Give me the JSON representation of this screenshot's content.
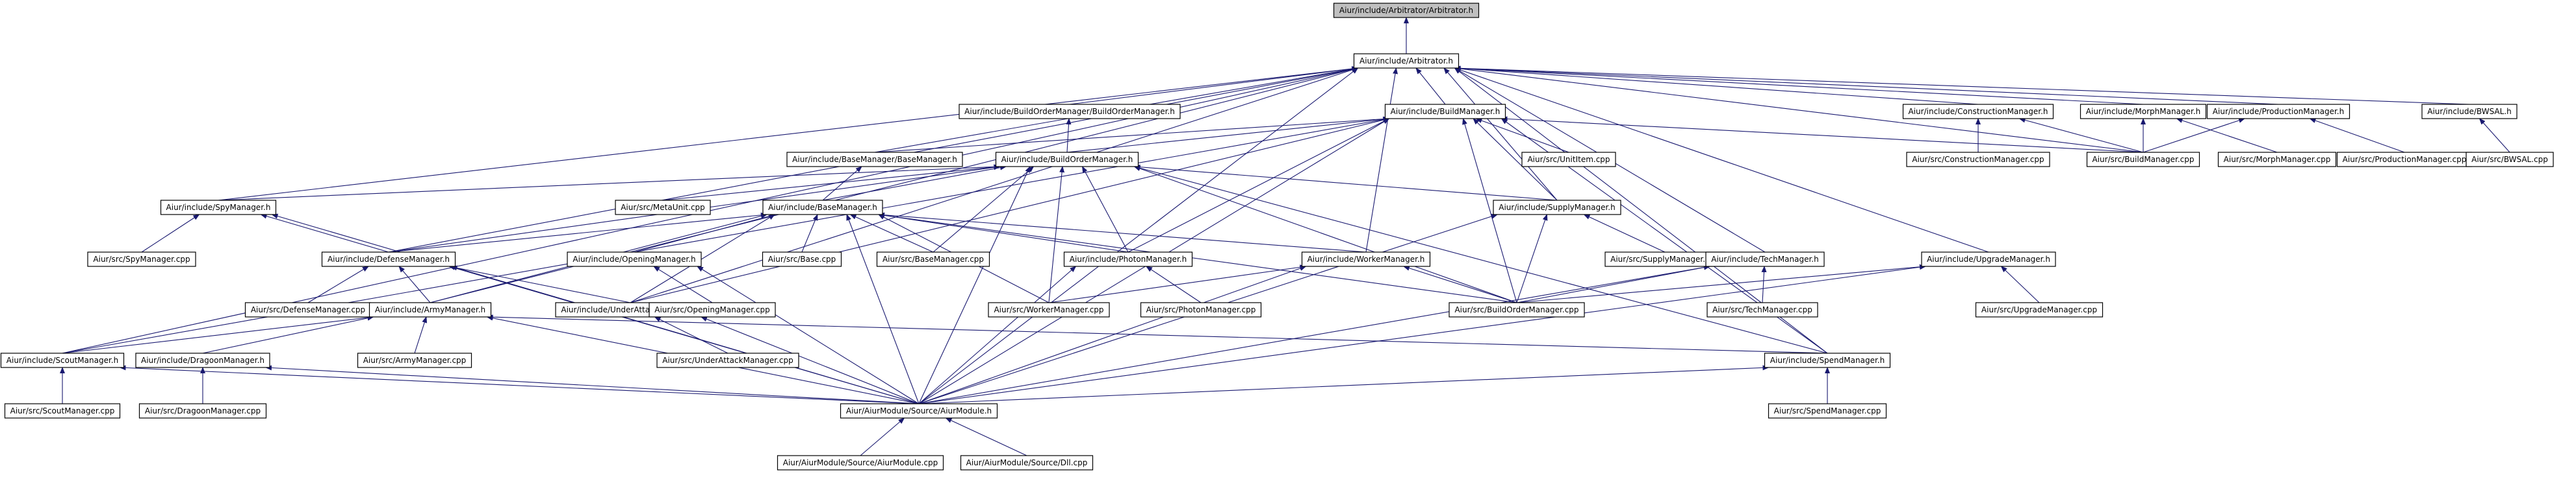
{
  "diagram": {
    "nodes": [
      {
        "id": "arb",
        "label": "Aiur/include/Arbitrator/Arbitrator.h",
        "root": true
      },
      {
        "id": "arbh",
        "label": "Aiur/include/Arbitrator.h"
      },
      {
        "id": "bomgr",
        "label": "Aiur/include/BuildOrderManager/BuildOrderManager.h"
      },
      {
        "id": "buildmgr",
        "label": "Aiur/include/BuildManager.h"
      },
      {
        "id": "constrmgr",
        "label": "Aiur/include/ConstructionManager.h"
      },
      {
        "id": "morphmgr",
        "label": "Aiur/include/MorphManager.h"
      },
      {
        "id": "prodmgr",
        "label": "Aiur/include/ProductionManager.h"
      },
      {
        "id": "bwsal",
        "label": "Aiur/include/BWSAL.h"
      },
      {
        "id": "basemgrsub",
        "label": "Aiur/include/BaseManager/BaseManager.h"
      },
      {
        "id": "bomh",
        "label": "Aiur/include/BuildOrderManager.h"
      },
      {
        "id": "unititem",
        "label": "Aiur/src/UnitItem.cpp"
      },
      {
        "id": "constrcpp",
        "label": "Aiur/src/ConstructionManager.cpp"
      },
      {
        "id": "buildcpp",
        "label": "Aiur/src/BuildManager.cpp"
      },
      {
        "id": "morphcpp",
        "label": "Aiur/src/MorphManager.cpp"
      },
      {
        "id": "prodcpp",
        "label": "Aiur/src/ProductionManager.cpp"
      },
      {
        "id": "bwsalcpp",
        "label": "Aiur/src/BWSAL.cpp"
      },
      {
        "id": "spymgr",
        "label": "Aiur/include/SpyManager.h"
      },
      {
        "id": "metaunit",
        "label": "Aiur/src/MetaUnit.cpp"
      },
      {
        "id": "basemgr",
        "label": "Aiur/include/BaseManager.h"
      },
      {
        "id": "supplymgr",
        "label": "Aiur/include/SupplyManager.h"
      },
      {
        "id": "spycpp",
        "label": "Aiur/src/SpyManager.cpp"
      },
      {
        "id": "defmgr",
        "label": "Aiur/include/DefenseManager.h"
      },
      {
        "id": "openmgr",
        "label": "Aiur/include/OpeningManager.h"
      },
      {
        "id": "basecpp",
        "label": "Aiur/src/Base.cpp"
      },
      {
        "id": "basemgrcpp",
        "label": "Aiur/src/BaseManager.cpp"
      },
      {
        "id": "photonmgr",
        "label": "Aiur/include/PhotonManager.h"
      },
      {
        "id": "workermgr",
        "label": "Aiur/include/WorkerManager.h"
      },
      {
        "id": "supplycpp",
        "label": "Aiur/src/SupplyManager.cpp"
      },
      {
        "id": "techmgr",
        "label": "Aiur/include/TechManager.h"
      },
      {
        "id": "upgrademgr",
        "label": "Aiur/include/UpgradeManager.h"
      },
      {
        "id": "defcpp",
        "label": "Aiur/src/DefenseManager.cpp"
      },
      {
        "id": "armymgr",
        "label": "Aiur/include/ArmyManager.h"
      },
      {
        "id": "uamgr",
        "label": "Aiur/include/UnderAttackManager.h"
      },
      {
        "id": "opencpp",
        "label": "Aiur/src/OpeningManager.cpp"
      },
      {
        "id": "workercpp",
        "label": "Aiur/src/WorkerManager.cpp"
      },
      {
        "id": "photoncpp",
        "label": "Aiur/src/PhotonManager.cpp"
      },
      {
        "id": "bomcpp",
        "label": "Aiur/src/BuildOrderManager.cpp"
      },
      {
        "id": "techcpp",
        "label": "Aiur/src/TechManager.cpp"
      },
      {
        "id": "upgradecpp",
        "label": "Aiur/src/UpgradeManager.cpp"
      },
      {
        "id": "scoutmgr",
        "label": "Aiur/include/ScoutManager.h"
      },
      {
        "id": "dragoonmgr",
        "label": "Aiur/include/DragoonManager.h"
      },
      {
        "id": "armycpp",
        "label": "Aiur/src/ArmyManager.cpp"
      },
      {
        "id": "uacpp",
        "label": "Aiur/src/UnderAttackManager.cpp"
      },
      {
        "id": "spendmgr",
        "label": "Aiur/include/SpendManager.h"
      },
      {
        "id": "aiurmod",
        "label": "Aiur/AiurModule/Source/AiurModule.h"
      },
      {
        "id": "scoutcpp",
        "label": "Aiur/src/ScoutManager.cpp"
      },
      {
        "id": "dragooncpp",
        "label": "Aiur/src/DragoonManager.cpp"
      },
      {
        "id": "spendcpp",
        "label": "Aiur/src/SpendManager.cpp"
      },
      {
        "id": "aiurmodcpp",
        "label": "Aiur/AiurModule/Source/AiurModule.cpp"
      },
      {
        "id": "dllcpp",
        "label": "Aiur/AiurModule/Source/Dll.cpp"
      }
    ],
    "edges": [
      [
        "arbh",
        "arb"
      ],
      [
        "bomgr",
        "arbh"
      ],
      [
        "buildmgr",
        "arbh"
      ],
      [
        "constrmgr",
        "arbh"
      ],
      [
        "morphmgr",
        "arbh"
      ],
      [
        "prodmgr",
        "arbh"
      ],
      [
        "bwsal",
        "arbh"
      ],
      [
        "basemgrsub",
        "arbh"
      ],
      [
        "spymgr",
        "arbh"
      ],
      [
        "defmgr",
        "arbh"
      ],
      [
        "armymgr",
        "arbh"
      ],
      [
        "scoutmgr",
        "arbh"
      ],
      [
        "uamgr",
        "arbh"
      ],
      [
        "workermgr",
        "arbh"
      ],
      [
        "aiurmod",
        "arbh"
      ],
      [
        "supplymgr",
        "arbh"
      ],
      [
        "techmgr",
        "arbh"
      ],
      [
        "upgrademgr",
        "arbh"
      ],
      [
        "spendmgr",
        "arbh"
      ],
      [
        "buildcpp",
        "arbh"
      ],
      [
        "bomh",
        "bomgr"
      ],
      [
        "basemgrsub",
        "buildmgr"
      ],
      [
        "bomh",
        "buildmgr"
      ],
      [
        "unititem",
        "buildmgr"
      ],
      [
        "buildcpp",
        "buildmgr"
      ],
      [
        "supplymgr",
        "buildmgr"
      ],
      [
        "photonmgr",
        "buildmgr"
      ],
      [
        "bomcpp",
        "buildmgr"
      ],
      [
        "aiurmod",
        "buildmgr"
      ],
      [
        "spendmgr",
        "buildmgr"
      ],
      [
        "scoutmgr",
        "buildmgr"
      ],
      [
        "uamgr",
        "buildmgr"
      ],
      [
        "constrcpp",
        "constrmgr"
      ],
      [
        "buildcpp",
        "constrmgr"
      ],
      [
        "buildcpp",
        "morphmgr"
      ],
      [
        "morphcpp",
        "morphmgr"
      ],
      [
        "buildcpp",
        "prodmgr"
      ],
      [
        "prodcpp",
        "prodmgr"
      ],
      [
        "bwsalcpp",
        "bwsal"
      ],
      [
        "basemgr",
        "basemgrsub"
      ],
      [
        "spymgr",
        "bomh"
      ],
      [
        "metaunit",
        "bomh"
      ],
      [
        "basemgr",
        "bomh"
      ],
      [
        "supplymgr",
        "bomh"
      ],
      [
        "defmgr",
        "bomh"
      ],
      [
        "basemgrcpp",
        "bomh"
      ],
      [
        "photonmgr",
        "bomh"
      ],
      [
        "workercpp",
        "bomh"
      ],
      [
        "bomcpp",
        "bomh"
      ],
      [
        "aiurmod",
        "bomh"
      ],
      [
        "spendmgr",
        "bomh"
      ],
      [
        "spycpp",
        "spymgr"
      ],
      [
        "defmgr",
        "spymgr"
      ],
      [
        "aiurmod",
        "spymgr"
      ],
      [
        "defmgr",
        "basemgr"
      ],
      [
        "openmgr",
        "basemgr"
      ],
      [
        "basecpp",
        "basemgr"
      ],
      [
        "basemgrcpp",
        "basemgr"
      ],
      [
        "photonmgr",
        "basemgr"
      ],
      [
        "workermgr",
        "basemgr"
      ],
      [
        "bomcpp",
        "basemgr"
      ],
      [
        "uamgr",
        "basemgr"
      ],
      [
        "armymgr",
        "basemgr"
      ],
      [
        "aiurmod",
        "basemgr"
      ],
      [
        "workercpp",
        "basemgr"
      ],
      [
        "supplycpp",
        "supplymgr"
      ],
      [
        "bomcpp",
        "supplymgr"
      ],
      [
        "aiurmod",
        "supplymgr"
      ],
      [
        "defcpp",
        "defmgr"
      ],
      [
        "armymgr",
        "defmgr"
      ],
      [
        "uamgr",
        "defmgr"
      ],
      [
        "aiurmod",
        "defmgr"
      ],
      [
        "opencpp",
        "openmgr"
      ],
      [
        "aiurmod",
        "openmgr"
      ],
      [
        "photoncpp",
        "photonmgr"
      ],
      [
        "aiurmod",
        "photonmgr"
      ],
      [
        "workercpp",
        "workermgr"
      ],
      [
        "bomcpp",
        "workermgr"
      ],
      [
        "aiurmod",
        "workermgr"
      ],
      [
        "bomcpp",
        "techmgr"
      ],
      [
        "techcpp",
        "techmgr"
      ],
      [
        "aiurmod",
        "techmgr"
      ],
      [
        "bomcpp",
        "upgrademgr"
      ],
      [
        "upgradecpp",
        "upgrademgr"
      ],
      [
        "aiurmod",
        "upgrademgr"
      ],
      [
        "armycpp",
        "armymgr"
      ],
      [
        "scoutmgr",
        "armymgr"
      ],
      [
        "dragoonmgr",
        "armymgr"
      ],
      [
        "spendmgr",
        "armymgr"
      ],
      [
        "aiurmod",
        "armymgr"
      ],
      [
        "uacpp",
        "uamgr"
      ],
      [
        "aiurmod",
        "uamgr"
      ],
      [
        "scoutcpp",
        "scoutmgr"
      ],
      [
        "aiurmod",
        "scoutmgr"
      ],
      [
        "dragooncpp",
        "dragoonmgr"
      ],
      [
        "aiurmod",
        "dragoonmgr"
      ],
      [
        "spendcpp",
        "spendmgr"
      ],
      [
        "aiurmod",
        "spendmgr"
      ],
      [
        "aiurmodcpp",
        "aiurmod"
      ],
      [
        "dllcpp",
        "aiurmod"
      ]
    ]
  }
}
